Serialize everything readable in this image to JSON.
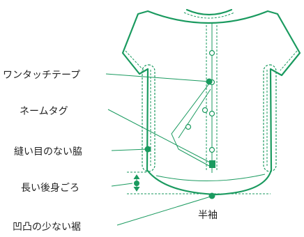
{
  "colors": {
    "garment": "#1a9a5f",
    "label_line": "#1a9a5f",
    "text": "#222222"
  },
  "labels": {
    "one_touch_tape": "ワンタッチテープ",
    "name_tag": "ネームタグ",
    "seamless_side": "縫い目のない脇",
    "long_back": "長い後身ごろ",
    "even_hem": "凹凸の少ない裾",
    "short_sleeve": "半袖"
  }
}
